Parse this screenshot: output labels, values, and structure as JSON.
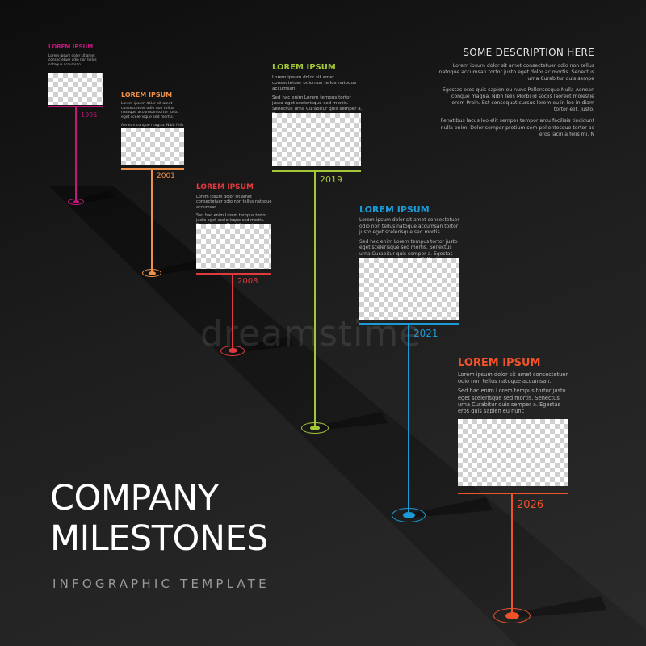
{
  "description": {
    "title": "SOME DESCRIPTION HERE",
    "paragraphs": [
      "Lorem ipsum dolor sit amet consectetuer odio non tellus natoque accumsan tortor justo eget dolor ac mortis. Senectus urna Curabitur quis sempe",
      "Egestas eros quis sapien eu nunc Pellentesque Nulla Aenean congue magna. Nibh felis Morbi id sociis laoreet molestie lorem Proin. Est consequat cursus lorem eu in leo in diam tortor elit. Justo.",
      "Penatibus lacus leo elit semper tempor arcu facilisis tincidunt nulla enim. Dolor semper pretium sem pellentesque tortor ac eros lacinia felis mi. N"
    ]
  },
  "title": {
    "line1": "COMPANY",
    "line2": "MILESTONES"
  },
  "subtitle": "INFOGRAPHIC TEMPLATE",
  "watermark": "dreamstime",
  "milestones": [
    {
      "title": "LOREM IPSUM",
      "year": "1995",
      "color": "#c2187c",
      "paragraphs": [
        "Lorem ipsum dolor sit amet consectetuer odio non tellus natoque accumsan"
      ]
    },
    {
      "title": "LOREM IPSUM",
      "year": "2001",
      "color": "#f0914a",
      "paragraphs": [
        "Lorem ipsum dolor sit amet consectetuer odio non tellus natoque accumsan tortor justo eget scelerisque sed mortis.",
        "Aenean congue magna. Nibh felis Morbi id"
      ]
    },
    {
      "title": "LOREM IPSUM",
      "year": "2008",
      "color": "#e03a3e",
      "paragraphs": [
        "Lorem ipsum dolor sit amet consectetuer odio non tellus natoque accumsan",
        "Sed hac enim Lorem tempus tortor justo eget scelerisque sed mortis. Senectus urna Curabitur quis semper a. Egestas eros"
      ]
    },
    {
      "title": "LOREM IPSUM",
      "year": "2019",
      "color": "#a4c639",
      "paragraphs": [
        "Lorem ipsum dolor sit amet consectetuer odio non tellus natoque accumsan.",
        "Sed hac enim Lorem tempus tortor justo eget scelerisque sed mortis. Senectus urna Curabitur quis semper a. Egestas eros quis sapien eu nunc Pellentesque Nulla Aenean congue magna."
      ]
    },
    {
      "title": "LOREM IPSUM",
      "year": "2021",
      "color": "#1a9bd7",
      "paragraphs": [
        "Lorem ipsum dolor sit amet consectetuer odio non tellus natoque accumsan tortor justo eget scelerisque sed mortis.",
        "Sed hac enim Lorem tempus tortor justo eget scelerisque sed mortis. Senectus urna Curabitur quis semper a. Egestas eros quis sapien eu nunc Pellentesque Nulla Aenean congue magna. Nibh felis Morbi id sociis laoreet molestie. Est in leo in"
      ]
    },
    {
      "title": "LOREM IPSUM",
      "year": "2026",
      "color": "#f0522a",
      "paragraphs": [
        "Lorem ipsum dolor sit amet consectetuer odio non tellus natoque accumsan.",
        "Sed hac enim Lorem tempus tortor justo eget scelerisque sed mortis. Senectus urna Curabitur quis semper a. Egestas eros quis sapien eu nunc"
      ]
    }
  ]
}
